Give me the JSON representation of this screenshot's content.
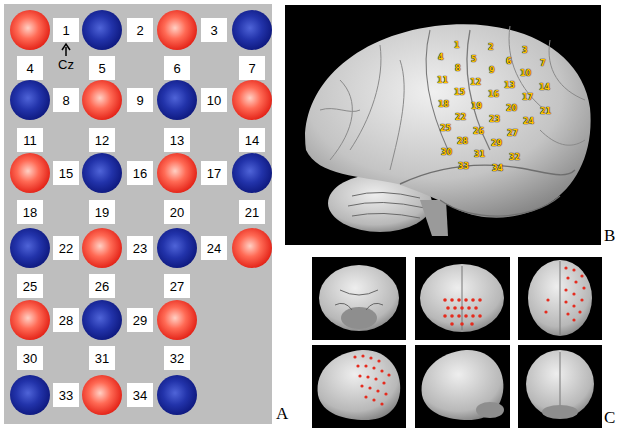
{
  "diagram": {
    "nodes": [
      {
        "text": [
          "1"
        ]
      },
      {
        "text": [
          "2"
        ]
      },
      {
        "text": [
          "3"
        ]
      },
      {
        "text": [
          "4"
        ]
      },
      {
        "text": [
          "5"
        ]
      },
      {
        "text": [
          "6"
        ]
      },
      {
        "text": [
          "7"
        ]
      },
      {
        "text": [
          "8"
        ]
      },
      {
        "text": [
          "9"
        ]
      },
      {
        "text": [
          "10"
        ]
      },
      {
        "text": [
          "11"
        ]
      },
      {
        "text": [
          "12"
        ]
      },
      {
        "text": [
          "13"
        ]
      },
      {
        "text": [
          "14"
        ]
      },
      {
        "text": [
          "15"
        ]
      },
      {
        "text": [
          "16"
        ]
      },
      {
        "text": [
          "17"
        ]
      },
      {
        "text": [
          "18"
        ]
      },
      {
        "text": [
          "19"
        ]
      },
      {
        "text": [
          "20"
        ]
      },
      {
        "text": [
          "21"
        ]
      },
      {
        "text": [
          "22"
        ]
      },
      {
        "text": [
          "23"
        ]
      },
      {
        "text": [
          "24"
        ]
      },
      {
        "text": [
          "25"
        ]
      },
      {
        "text": [
          "26"
        ]
      },
      {
        "text": [
          "27"
        ]
      },
      {
        "text": [
          "28"
        ]
      },
      {
        "text": [
          "29"
        ]
      },
      {
        "text": [
          "30"
        ]
      },
      {
        "text": [
          "31"
        ]
      },
      {
        "text": [
          "32"
        ]
      },
      {
        "text": [
          "33"
        ]
      },
      {
        "text": [
          "34"
        ]
      }
    ],
    "labels": [
      "Cz",
      "A",
      "1",
      "2",
      "3",
      "4",
      "5",
      "6",
      "7",
      "8",
      "9",
      "10",
      "11",
      "12",
      "13",
      "14",
      "15",
      "16",
      "17",
      "18",
      "19",
      "20",
      "21",
      "22",
      "23",
      "24",
      "25",
      "26",
      "27",
      "28",
      "29",
      "30",
      "31",
      "32",
      "33",
      "34",
      "B",
      "C"
    ]
  }
}
